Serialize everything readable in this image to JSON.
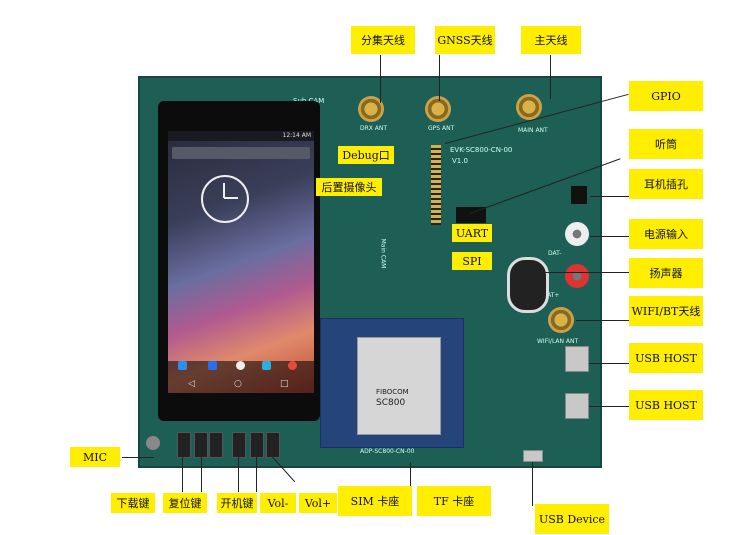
{
  "labels": {
    "div_ant": "分集天线",
    "gnss_ant": "GNSS天线",
    "main_ant": "主天线",
    "gpio": "GPIO",
    "receiver": "听筒",
    "headphone": "耳机插孔",
    "power": "电源输入",
    "speaker": "扬声器",
    "wifi_bt": "WIFI/BT天线",
    "usb_host_1": "USB HOST",
    "usb_host_2": "USB HOST",
    "usb_device": "USB Device",
    "tf": "TF 卡座",
    "sim": "SIM 卡座",
    "volplus": "Vol+",
    "volminus": "Vol-",
    "power_key": "开机键",
    "reset_key": "复位键",
    "download_key": "下载键",
    "mic": "MIC",
    "debug": "Debug口",
    "rear_cam": "后置摄像头",
    "uart": "UART",
    "spi": "SPI"
  },
  "board_text": {
    "sub_cam": "Sub CAM",
    "drx_ant": "DRX ANT",
    "gps_ant": "GPS ANT",
    "main_ant": "MAIN ANT",
    "model": "EVK-SC800-CN-00",
    "version": "V1.0",
    "wifi_lan_ant": "WIFI/LAN ANT",
    "module_brand": "FIBOCOM",
    "module_model": "SC800",
    "adp": "ADP-SC800-CN-00",
    "dat_minus": "DAT-",
    "bat_plus": "BAT+",
    "main_cam": "Main CAM",
    "time": "12:14 AM"
  }
}
